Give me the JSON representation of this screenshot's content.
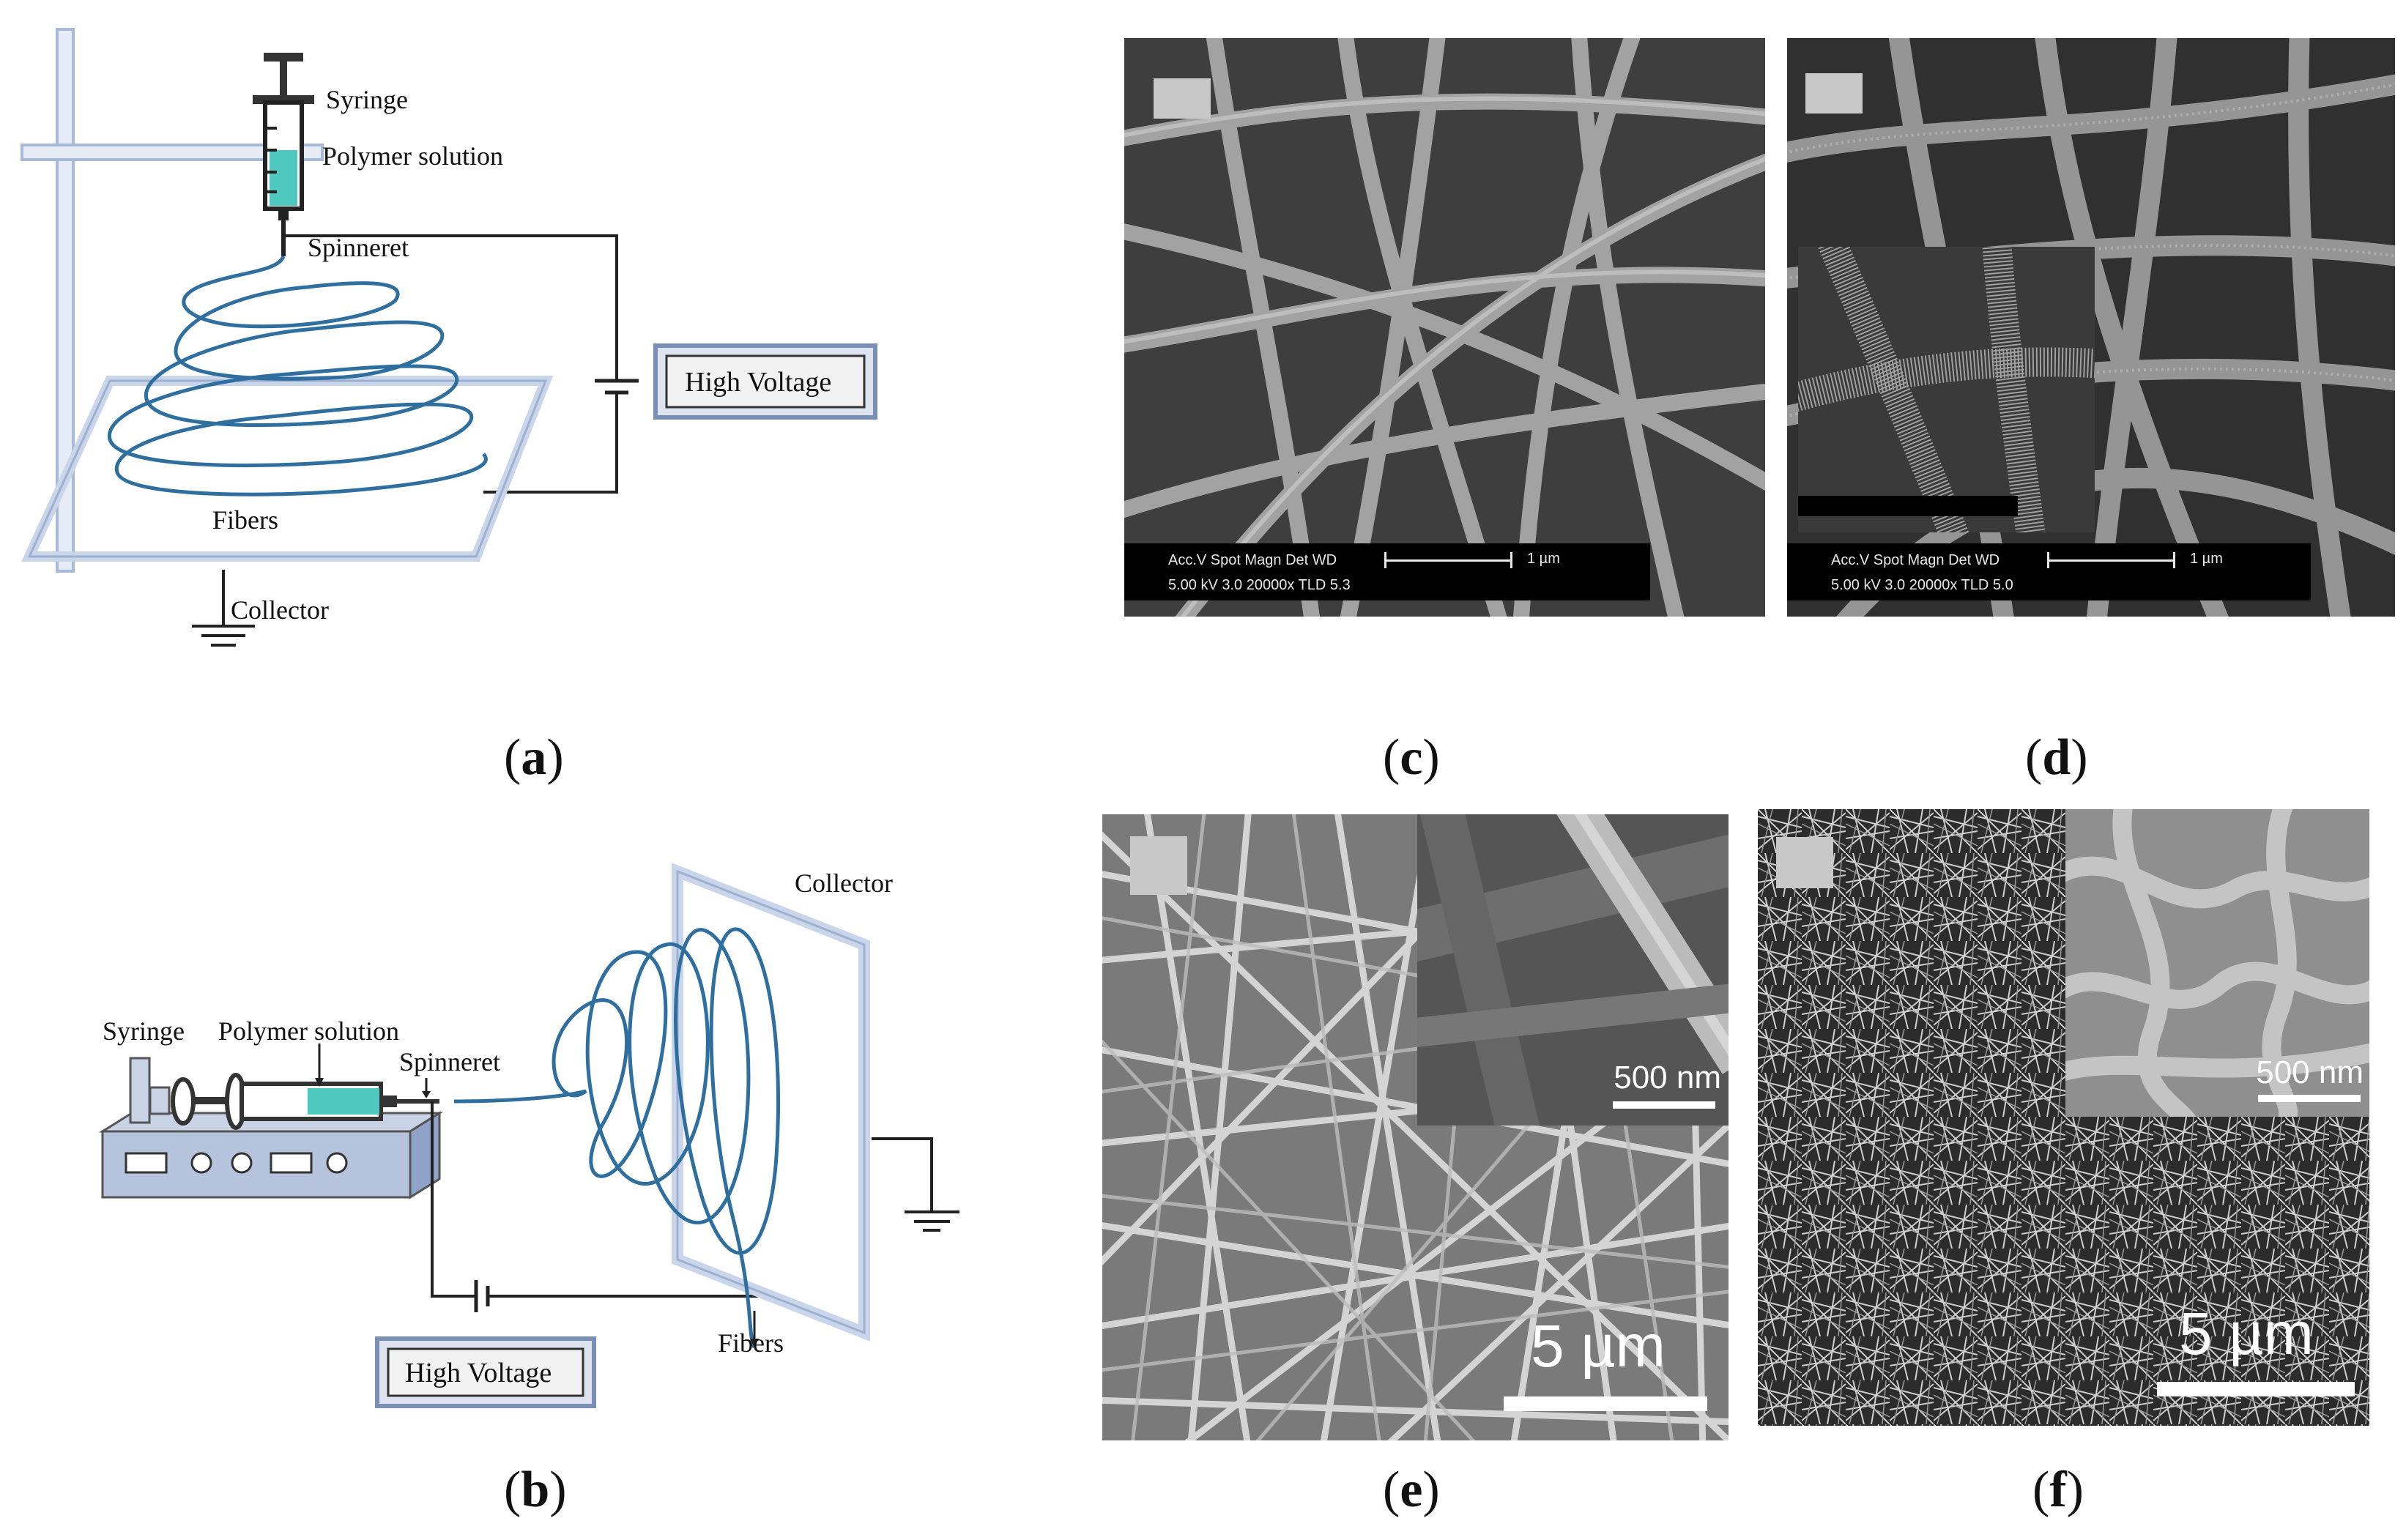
{
  "panel_a": {
    "caption": "a",
    "labels": {
      "syringe": "Syringe",
      "polymer_solution": "Polymer solution",
      "spinneret": "Spinneret",
      "high_voltage": "High Voltage",
      "fibers": "Fibers",
      "collector": "Collector"
    }
  },
  "panel_b": {
    "caption": "b",
    "labels": {
      "syringe": "Syringe",
      "polymer_solution": "Polymer solution",
      "spinneret": "Spinneret",
      "collector": "Collector",
      "fibers": "Fibers",
      "high_voltage": "High Voltage"
    }
  },
  "panel_c": {
    "caption": "c",
    "info_row1": "Acc.V   Spot Magn    Det   WD",
    "info_row2": "5.00 kV 3.0   20000x  TLD 5.3",
    "scale": "1 µm"
  },
  "panel_d": {
    "caption": "d",
    "info_row1": "Acc.V   Spot Magn    Det   WD",
    "info_row2": "5.00 kV 3.0   20000x  TLD 5.0",
    "scale": "1 µm"
  },
  "panel_e": {
    "caption": "e",
    "inset_scale": "500 nm",
    "scale": "5 µm"
  },
  "panel_f": {
    "caption": "f",
    "inset_scale": "500 nm",
    "scale": "5 µm"
  },
  "colors": {
    "fiber_blue": "#2f6f9f",
    "frame_blue": "#b9c9e2",
    "solution_teal": "#4fc9bf"
  }
}
